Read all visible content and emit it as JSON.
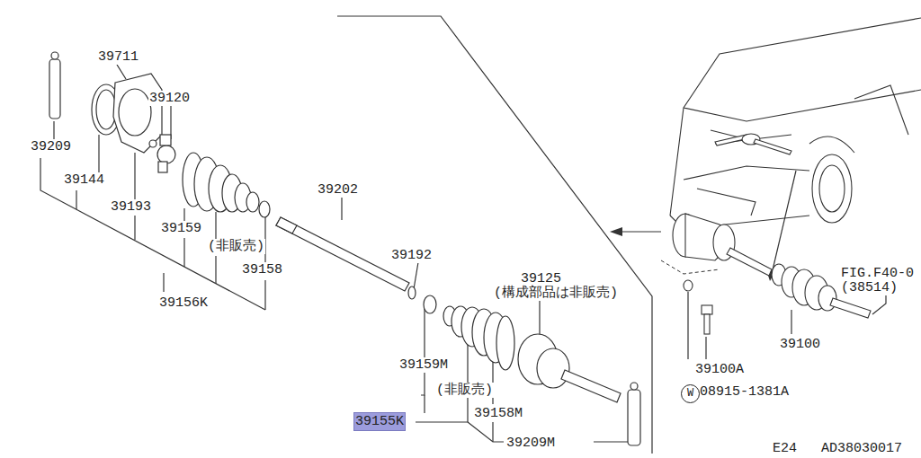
{
  "diagram": {
    "nodes": [
      {
        "text": [
          "W"
        ]
      },
      {
        "text": [
          "39155K"
        ]
      }
    ],
    "labels": [
      "39711",
      "39120",
      "39209",
      "39144",
      "39193",
      "39202",
      "39159",
      "(非販売)",
      "39158",
      "39156K",
      "39192",
      "39125",
      "(構成部品は非販売)",
      "39159M",
      "(非販売)",
      "39158M",
      "39209M",
      "FIG.F40-0",
      "(38514)",
      "39100",
      "39100A",
      "08915-1381A",
      "E24",
      "AD38030017"
    ]
  }
}
